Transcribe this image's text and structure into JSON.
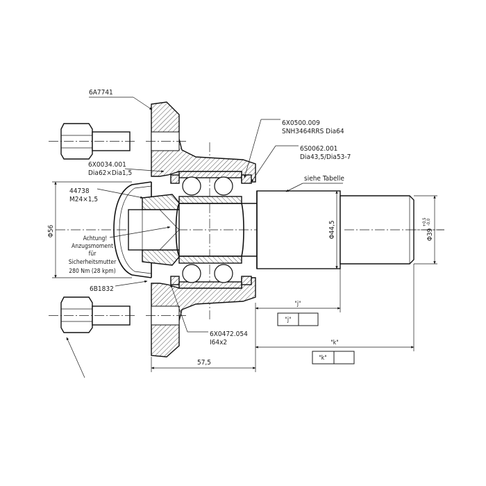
{
  "labels": {
    "hub_part": "6A7741",
    "bearing_seal_code": "6X0500.009",
    "bearing_seal_spec": "SNH3464RRS Dia64",
    "ring_code": "6S0062.001",
    "ring_spec": "Dia43,5/Dia53-7",
    "cap_code": "6X0034.001",
    "cap_spec": "Dia62×Dia1,5",
    "nut_code": "44738",
    "nut_thread": "M24×1,5",
    "see_table": "siehe Tabelle",
    "warning_title": "Achtung!",
    "warning_line2": "Anzugsmoment",
    "warning_line3": "für",
    "warning_line4": "Sicherheitsmutter",
    "warning_line5": "280 Nm (28 kpm)",
    "screw_code": "6B1832",
    "oring_code": "6X0472.054",
    "oring_spec": "I64x2"
  },
  "dimensions": {
    "dia56": "Φ56",
    "dia44_5": "Φ44,5",
    "dia39": "Φ39",
    "dia39_tol_upper": "+0,5",
    "dia39_tol_lower": "-0,0",
    "len_57_5": "57,5",
    "dim_j": "\"j\"",
    "dim_k": "\"k\"",
    "table_j": "\"j\"",
    "table_k": "\"k\""
  }
}
